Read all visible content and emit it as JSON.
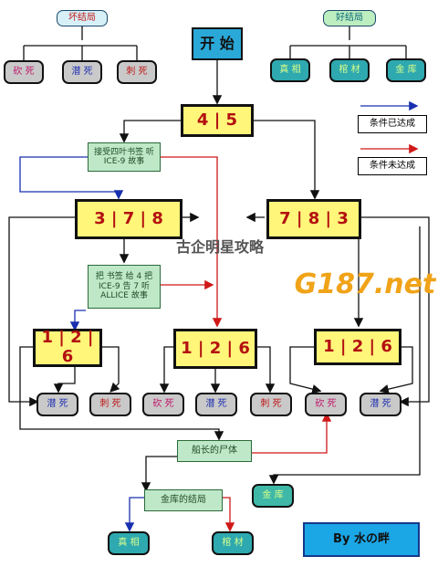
{
  "top_left": {
    "title": "坏结局",
    "items": [
      "砍 死",
      "潜 死",
      "刺 死"
    ]
  },
  "top_right": {
    "title": "好结局",
    "items": [
      "真 相",
      "棺 材",
      "金 库"
    ]
  },
  "start": "开 始",
  "legend": {
    "blue_label": "条件已达成",
    "red_label": "条件未达成"
  },
  "nodes": {
    "n45": "4 | 5",
    "cond1": "接受四叶书签 听 ICE-9 故事",
    "n378": "3 | 7 | 8",
    "n783": "7 | 8 | 3",
    "cond2": "把 书签 给 4 把 ICE-9 告 7 听 ALLICE 故事",
    "n126a": "1 | 2 | 6",
    "n126b": "1 | 2 | 6",
    "n126c": "1 | 2 | 6"
  },
  "endings_row": [
    "潜 死",
    "刺 死",
    "砍 死",
    "潜 死",
    "刺 死",
    "砍 死",
    "潜 死"
  ],
  "corpse": "船长的尸体",
  "vault_end": "金库的结局",
  "vault": "金 库",
  "truth": "真 相",
  "coffin": "棺 材",
  "byline": "By  水の畔",
  "watermark": "古企明星攻略",
  "logo": "G187.net",
  "colors": {
    "blue": "#1830b0",
    "red": "#d01818",
    "line": "#111111",
    "yellow": "#fff67a"
  }
}
